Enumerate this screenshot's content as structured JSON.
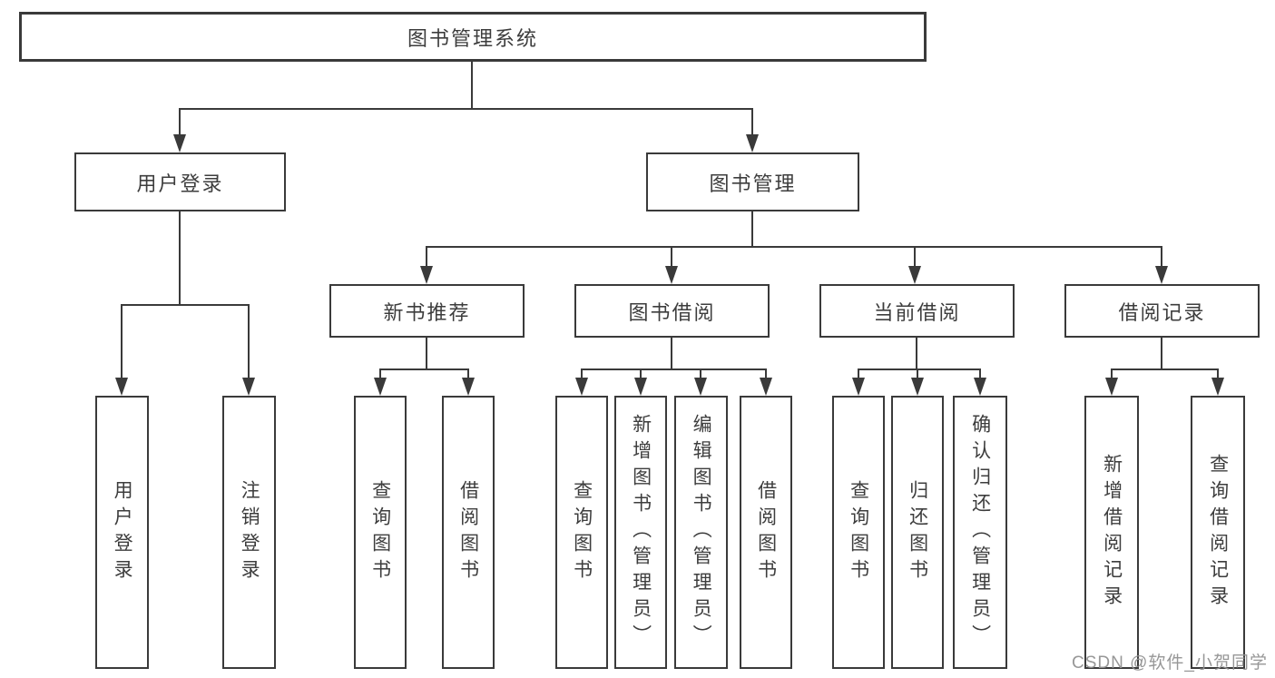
{
  "colors": {
    "line": "#3a3a3a",
    "text": "#3d3d3d",
    "box_fill": "#ffffff",
    "watermark": "#919191"
  },
  "chart": {
    "root": "图书管理系统",
    "level2": {
      "user_login": "用户登录",
      "book_management": "图书管理"
    },
    "level3": {
      "new_book_recommend": "新书推荐",
      "book_borrow": "图书借阅",
      "current_borrow": "当前借阅",
      "borrow_records": "借阅记录"
    },
    "leaves": {
      "user_login": "用户登录",
      "logout": "注销登录",
      "nbr_query_books": "查询图书",
      "nbr_borrow_books": "借阅图书",
      "bb_query_books": "查询图书",
      "bb_add_books": "新增图书（管理员）",
      "bb_edit_books": "编辑图书（管理员）",
      "bb_borrow_books": "借阅图书",
      "cb_query_books": "查询图书",
      "cb_return_books": "归还图书",
      "cb_confirm_return": "确认归还（管理员）",
      "br_add_record": "新增借阅记录",
      "br_query_record": "查询借阅记录"
    }
  },
  "watermark": "CSDN @软件_小贺同学"
}
